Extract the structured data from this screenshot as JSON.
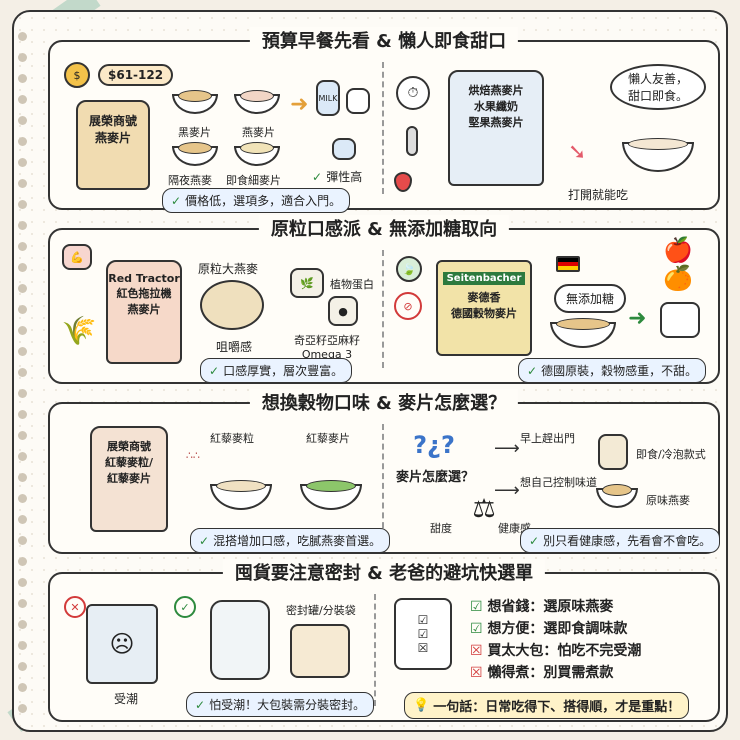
{
  "sections": [
    {
      "title": "預算早餐先看 & 懶人即食甜口",
      "price_tag": "$61-122",
      "bag_label": "展榮商號\n燕麥片",
      "items": [
        "黑麥片",
        "燕麥片",
        "隔夜燕麥",
        "即食細麥片"
      ],
      "badge": "彈性高",
      "note": "價格低，選項多，適合入門。",
      "right_bag": "烘焙燕麥片\n水果纖奶\n堅果燕麥片",
      "speech": "懶人友善，\n甜口即食。",
      "right_caption": "打開就能吃"
    },
    {
      "title": "原粒口感派 & 無添加糖取向",
      "bag_label": "Red Tractor\n紅色拖拉機\n燕麥片",
      "grain_label": "原粒大燕麥",
      "protein_label": "植物蛋白",
      "seed_label": "奇亞籽亞麻籽\nOmega 3",
      "chewy_label": "咀嚼感",
      "note": "口感厚實，層次豐富。",
      "brand": "Seitenbacher",
      "box_label": "麥德香\n德國穀物麥片",
      "no_sugar": "無添加糖",
      "right_note": "德國原裝，穀物感重，不甜。"
    },
    {
      "title": "想換穀物口味 & 麥片怎麼選？",
      "bag_label": "展榮商號\n紅藜麥粒/\n紅藜麥片",
      "quinoa_grain": "紅藜麥粒",
      "quinoa_flake": "紅藜麥片",
      "note": "混搭增加口感，吃膩燕麥首選。",
      "question": "麥片怎麼選？",
      "path_a": "早上趕出門",
      "path_a_result": "即食/冷泡款式",
      "path_b": "想自己控制味道",
      "path_b_result": "原味燕麥",
      "scale_left": "甜度",
      "scale_right": "健康感",
      "right_note": "別只看健康感，先看會不會吃。"
    },
    {
      "title": "囤貨要注意密封 & 老爸的避坑快選單",
      "damp_label": "受潮",
      "jar_label": "密封罐/分裝袋",
      "note": "怕受潮！大包裝需分裝密封。",
      "checklist": [
        {
          "mark": "check",
          "text": "想省錢：選原味燕麥"
        },
        {
          "mark": "check",
          "text": "想方便：選即食調味款"
        },
        {
          "mark": "cross",
          "text": "買太大包：怕吃不完受潮"
        },
        {
          "mark": "cross",
          "text": "懶得煮：別買需煮款"
        }
      ],
      "summary": "一句話：日常吃得下、搭得順，才是重點！"
    }
  ],
  "colors": {
    "accent_orange": "#e4a03a",
    "check_green": "#2d8a3e",
    "cross_red": "#d23a3a",
    "note_blue": "#eaf3ff"
  }
}
